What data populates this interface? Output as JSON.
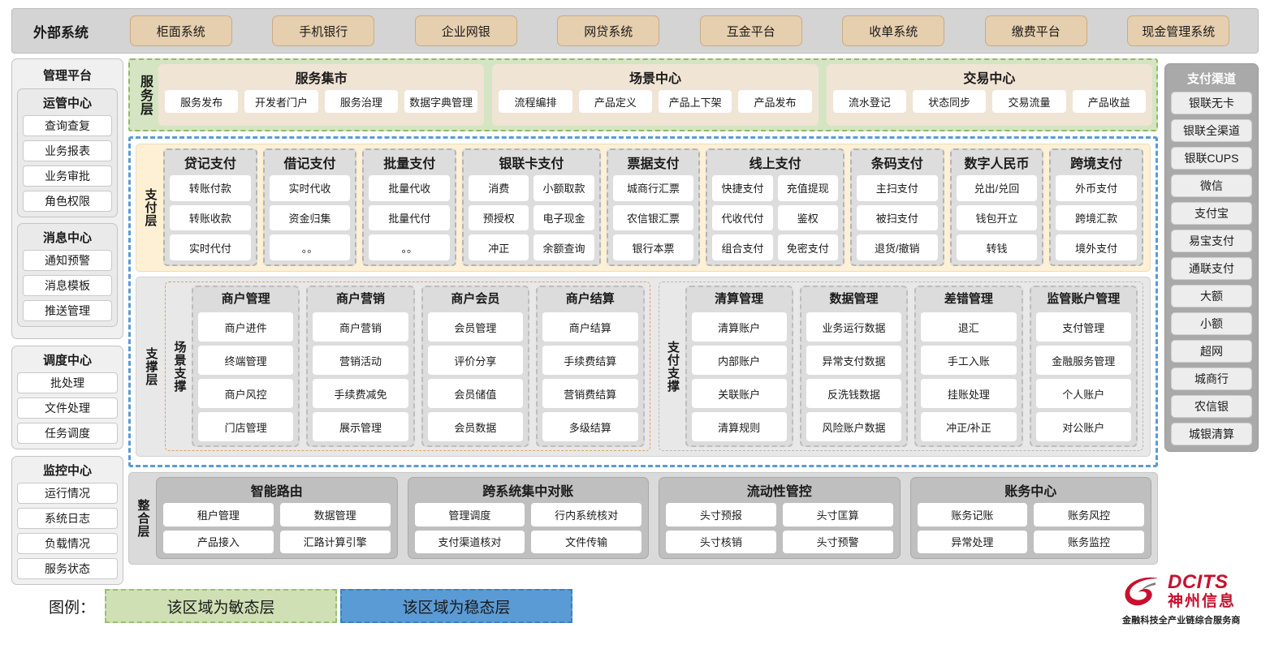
{
  "external": {
    "title": "外部系统",
    "items": [
      "柜面系统",
      "手机银行",
      "企业网银",
      "网贷系统",
      "互金平台",
      "收单系统",
      "缴费平台",
      "现金管理系统"
    ]
  },
  "management": {
    "title": "管理平台",
    "groups": [
      {
        "title": "运管中心",
        "items": [
          "查询查复",
          "业务报表",
          "业务审批",
          "角色权限"
        ]
      },
      {
        "title": "消息中心",
        "items": [
          "通知预警",
          "消息模板",
          "推送管理"
        ]
      }
    ],
    "standalone": [
      {
        "title": "调度中心",
        "items": [
          "批处理",
          "文件处理",
          "任务调度"
        ]
      },
      {
        "title": "监控中心",
        "items": [
          "运行情况",
          "系统日志",
          "负载情况",
          "服务状态"
        ]
      }
    ]
  },
  "channels": {
    "title": "支付渠道",
    "items": [
      "银联无卡",
      "银联全渠道",
      "银联CUPS",
      "微信",
      "支付宝",
      "易宝支付",
      "通联支付",
      "大额",
      "小额",
      "超网",
      "城商行",
      "农信银",
      "城银清算"
    ]
  },
  "service_layer": {
    "label": "服务层",
    "groups": [
      {
        "title": "服务集市",
        "items": [
          "服务发布",
          "开发者门户",
          "服务治理",
          "数据字典管理"
        ]
      },
      {
        "title": "场景中心",
        "items": [
          "流程编排",
          "产品定义",
          "产品上下架",
          "产品发布"
        ]
      },
      {
        "title": "交易中心",
        "items": [
          "流水登记",
          "状态同步",
          "交易流量",
          "产品收益"
        ]
      }
    ]
  },
  "payment_layer": {
    "label": "支付层",
    "groups": [
      {
        "title": "贷记支付",
        "cols": [
          [
            "转账付款",
            "转账收款",
            "实时代付"
          ]
        ]
      },
      {
        "title": "借记支付",
        "cols": [
          [
            "实时代收",
            "资金归集",
            "。。"
          ]
        ]
      },
      {
        "title": "批量支付",
        "cols": [
          [
            "批量代收",
            "批量代付",
            "。。"
          ]
        ]
      },
      {
        "title": "银联卡支付",
        "cols": [
          [
            "消费",
            "预授权",
            "冲正"
          ],
          [
            "小额取款",
            "电子现金",
            "余额查询"
          ]
        ]
      },
      {
        "title": "票据支付",
        "cols": [
          [
            "城商行汇票",
            "农信银汇票",
            "银行本票"
          ]
        ]
      },
      {
        "title": "线上支付",
        "cols": [
          [
            "快捷支付",
            "代收代付",
            "组合支付"
          ],
          [
            "充值提现",
            "鉴权",
            "免密支付"
          ]
        ]
      },
      {
        "title": "条码支付",
        "cols": [
          [
            "主扫支付",
            "被扫支付",
            "退货/撤销"
          ]
        ]
      },
      {
        "title": "数字人民币",
        "cols": [
          [
            "兑出/兑回",
            "钱包开立",
            "转钱"
          ]
        ]
      },
      {
        "title": "跨境支付",
        "cols": [
          [
            "外币支付",
            "跨境汇款",
            "境外支付"
          ]
        ]
      }
    ]
  },
  "support_layer": {
    "label": "支撑层",
    "halves": [
      {
        "label": "场景支撑",
        "groups": [
          {
            "title": "商户管理",
            "items": [
              "商户进件",
              "终端管理",
              "商户风控",
              "门店管理"
            ]
          },
          {
            "title": "商户营销",
            "items": [
              "商户营销",
              "营销活动",
              "手续费减免",
              "展示管理"
            ]
          },
          {
            "title": "商户会员",
            "items": [
              "会员管理",
              "评价分享",
              "会员储值",
              "会员数据"
            ]
          },
          {
            "title": "商户结算",
            "items": [
              "商户结算",
              "手续费结算",
              "营销费结算",
              "多级结算"
            ]
          }
        ]
      },
      {
        "label": "支付支撑",
        "groups": [
          {
            "title": "清算管理",
            "items": [
              "清算账户",
              "内部账户",
              "关联账户",
              "清算规则"
            ]
          },
          {
            "title": "数据管理",
            "items": [
              "业务运行数据",
              "异常支付数据",
              "反洗钱数据",
              "风险账户数据"
            ]
          },
          {
            "title": "差错管理",
            "items": [
              "退汇",
              "手工入账",
              "挂账处理",
              "冲正/补正"
            ]
          },
          {
            "title": "监管账户管理",
            "items": [
              "支付管理",
              "金融服务管理",
              "个人账户",
              "对公账户"
            ]
          }
        ]
      }
    ]
  },
  "integration_layer": {
    "label": "整合层",
    "groups": [
      {
        "title": "智能路由",
        "rows": [
          [
            "租户管理",
            "数据管理"
          ],
          [
            "产品接入",
            "汇路计算引擎"
          ]
        ]
      },
      {
        "title": "跨系统集中对账",
        "rows": [
          [
            "管理调度",
            "行内系统核对"
          ],
          [
            "支付渠道核对",
            "文件传输"
          ]
        ]
      },
      {
        "title": "流动性管控",
        "rows": [
          [
            "头寸预报",
            "头寸匡算"
          ],
          [
            "头寸核销",
            "头寸预警"
          ]
        ]
      },
      {
        "title": "账务中心",
        "rows": [
          [
            "账务记账",
            "账务风控"
          ],
          [
            "异常处理",
            "账务监控"
          ]
        ]
      }
    ]
  },
  "legend": {
    "label": "图例：",
    "agile_text": "该区域为敏态层",
    "stable_text": "该区域为稳态层",
    "agile_color": "#cfe0b4",
    "stable_color": "#5b9bd5"
  },
  "logo": {
    "brand": "DCITS",
    "brand_cn": "神州信息",
    "tagline": "金融科技全产业链综合服务商",
    "color": "#c8102e"
  }
}
